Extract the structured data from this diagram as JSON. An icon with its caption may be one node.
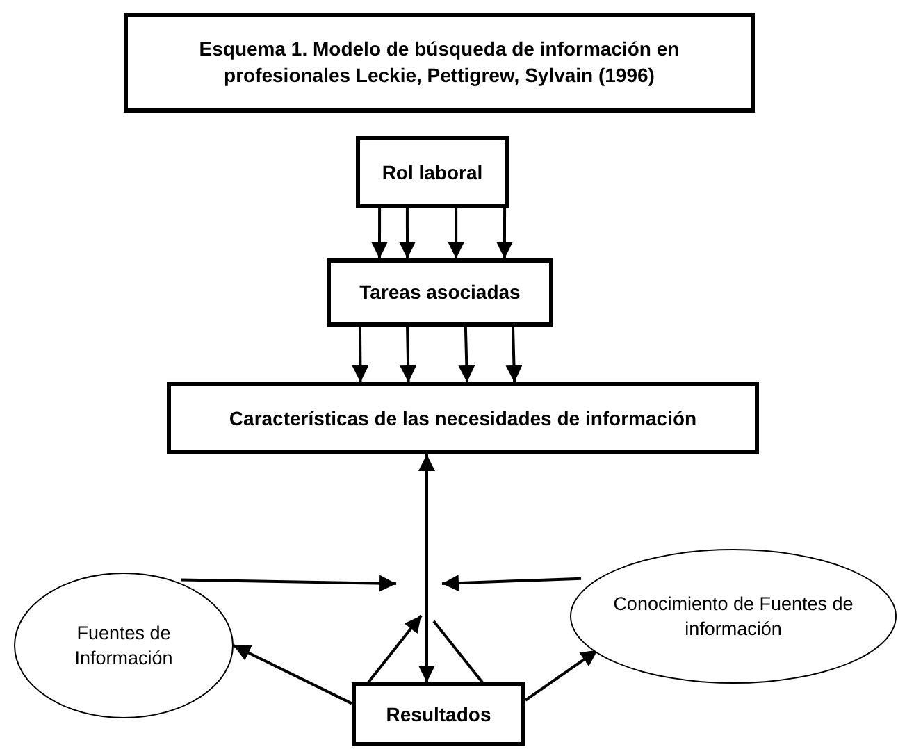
{
  "diagram": {
    "title": "Esquema 1. Modelo de búsqueda de información en profesionales Leckie, Pettigrew, Sylvain (1996)",
    "nodes": [
      {
        "text": [
          "Rol laboral"
        ]
      },
      {
        "text": [
          "Tareas asociadas"
        ]
      },
      {
        "text": [
          "Características de las necesidades de información"
        ]
      },
      {
        "text": [
          "Fuentes de Información"
        ]
      },
      {
        "text": [
          "Conocimiento de Fuentes de información"
        ]
      },
      {
        "text": [
          "Resultados"
        ]
      }
    ],
    "edges": [
      {
        "from": 0,
        "to": 1,
        "arrow": "to"
      },
      {
        "from": 0,
        "to": 1,
        "arrow": "to"
      },
      {
        "from": 0,
        "to": 1,
        "arrow": "to"
      },
      {
        "from": 0,
        "to": 1,
        "arrow": "to"
      },
      {
        "from": 1,
        "to": 2,
        "arrow": "to"
      },
      {
        "from": 1,
        "to": 2,
        "arrow": "to"
      },
      {
        "from": 1,
        "to": 2,
        "arrow": "to"
      },
      {
        "from": 1,
        "to": 2,
        "arrow": "to"
      },
      {
        "from": 5,
        "to": 2,
        "arrow": "both"
      },
      {
        "from": 3,
        "to": null,
        "arrow": "to"
      },
      {
        "from": 4,
        "to": null,
        "arrow": "to"
      },
      {
        "from": 5,
        "to": null,
        "arrow": "to"
      },
      {
        "from": 5,
        "to": null,
        "arrow": "none"
      },
      {
        "from": 5,
        "to": 3,
        "arrow": "to"
      },
      {
        "from": 5,
        "to": 4,
        "arrow": "to"
      }
    ]
  }
}
